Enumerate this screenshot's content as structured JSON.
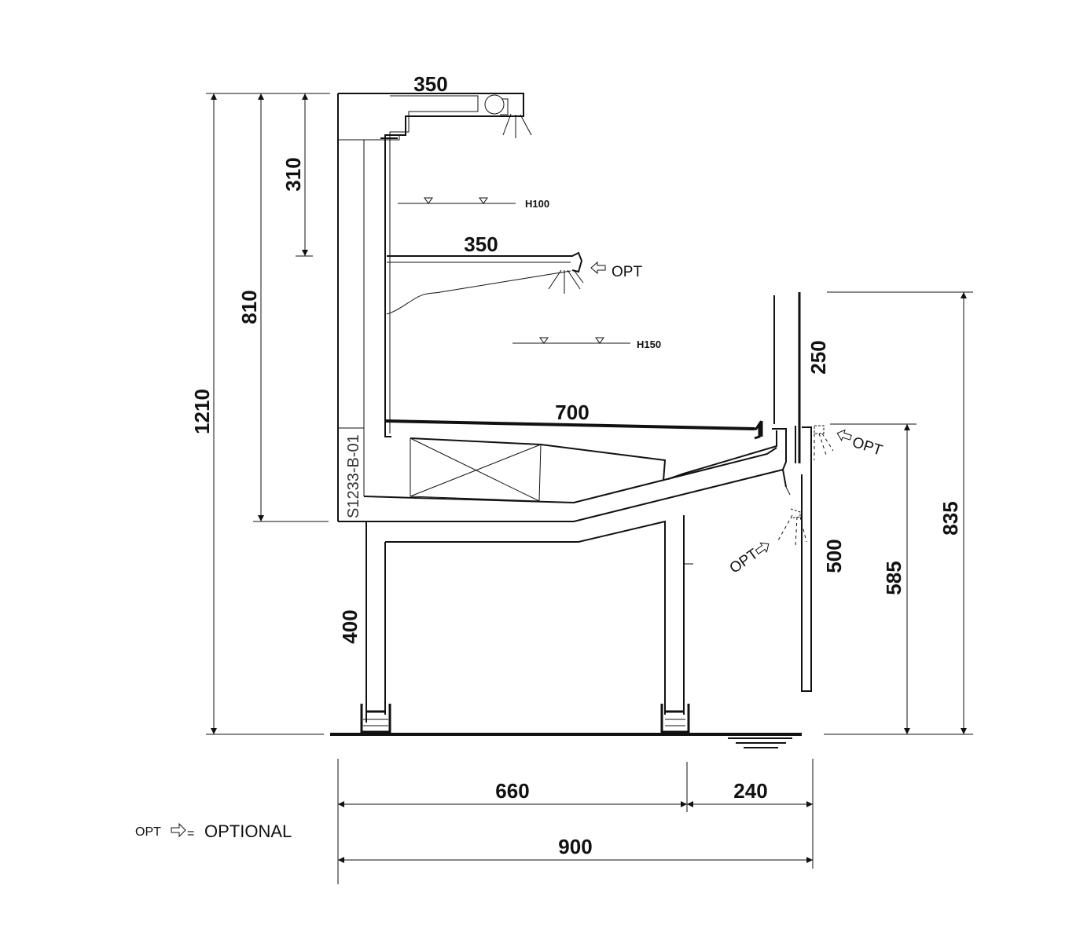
{
  "drawing": {
    "code": "S1233-B-01",
    "dimensions": {
      "top_canopy_depth": "350",
      "mid_shelf_depth": "350",
      "deck_depth": "700",
      "canopy_height": "310",
      "shelf_level_height": "810",
      "total_height": "1210",
      "leg_height": "400",
      "glass_height": "250",
      "front_panel_height": "500",
      "counter_height": "585",
      "glass_top_height": "835",
      "base_depth": "660",
      "front_depth": "240",
      "total_depth": "900"
    },
    "levels": {
      "upper": "H100",
      "lower": "H150"
    },
    "options": {
      "opt": "OPT"
    },
    "legend": {
      "key": "OPT",
      "equals": "=",
      "meaning": "OPTIONAL"
    }
  }
}
